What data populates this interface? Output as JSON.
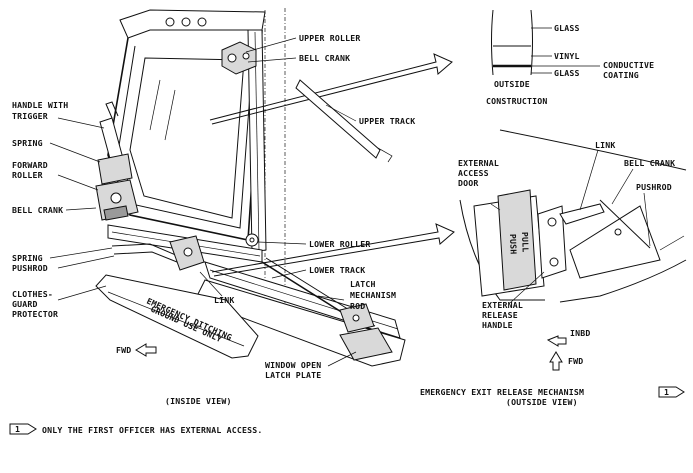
{
  "labels": {
    "handle_with_trigger_1": "HANDLE WITH",
    "handle_with_trigger_2": "TRIGGER",
    "spring_upper": "SPRING",
    "forward_roller_1": "FORWARD",
    "forward_roller_2": "ROLLER",
    "bell_crank_left": "BELL CRANK",
    "spring_lower": "SPRING",
    "pushrod_left": "PUSHROD",
    "clothes_guard_1": "CLOTHES-",
    "clothes_guard_2": "GUARD",
    "clothes_guard_3": "PROTECTOR",
    "fwd_left": "FWD",
    "upper_roller": "UPPER ROLLER",
    "bell_crank_top": "BELL CRANK",
    "upper_track": "UPPER TRACK",
    "lower_roller": "LOWER ROLLER",
    "lower_track": "LOWER TRACK",
    "link_left": "LINK",
    "latch_rod_1": "LATCH",
    "latch_rod_2": "MECHANISM",
    "latch_rod_3": "ROD",
    "window_latch_1": "WINDOW OPEN",
    "window_latch_2": "LATCH PLATE",
    "inside_view": "(INSIDE VIEW)",
    "guard_text_1": "EMERGENCY DITCHING",
    "guard_text_2": "GROUND USE ONLY",
    "glass_top": "GLASS",
    "vinyl": "VINYL",
    "conductive_1": "CONDUCTIVE",
    "conductive_2": "COATING",
    "outside": "OUTSIDE",
    "glass_bottom": "GLASS",
    "construction": "CONSTRUCTION",
    "external_door_1": "EXTERNAL",
    "external_door_2": "ACCESS",
    "external_door_3": "DOOR",
    "link_right": "LINK",
    "bell_crank_right": "BELL CRANK",
    "pushrod_right": "PUSHROD",
    "push": "PUSH",
    "pull": "PULL",
    "external_release_1": "EXTERNAL",
    "external_release_2": "RELEASE",
    "external_release_3": "HANDLE",
    "inbd": "INBD",
    "fwd_right": "FWD",
    "emergency_title": "EMERGENCY EXIT RELEASE MECHANISM",
    "outside_view": "(OUTSIDE VIEW)",
    "note_number": "1",
    "note_text": "ONLY THE FIRST OFFICER HAS EXTERNAL ACCESS."
  }
}
